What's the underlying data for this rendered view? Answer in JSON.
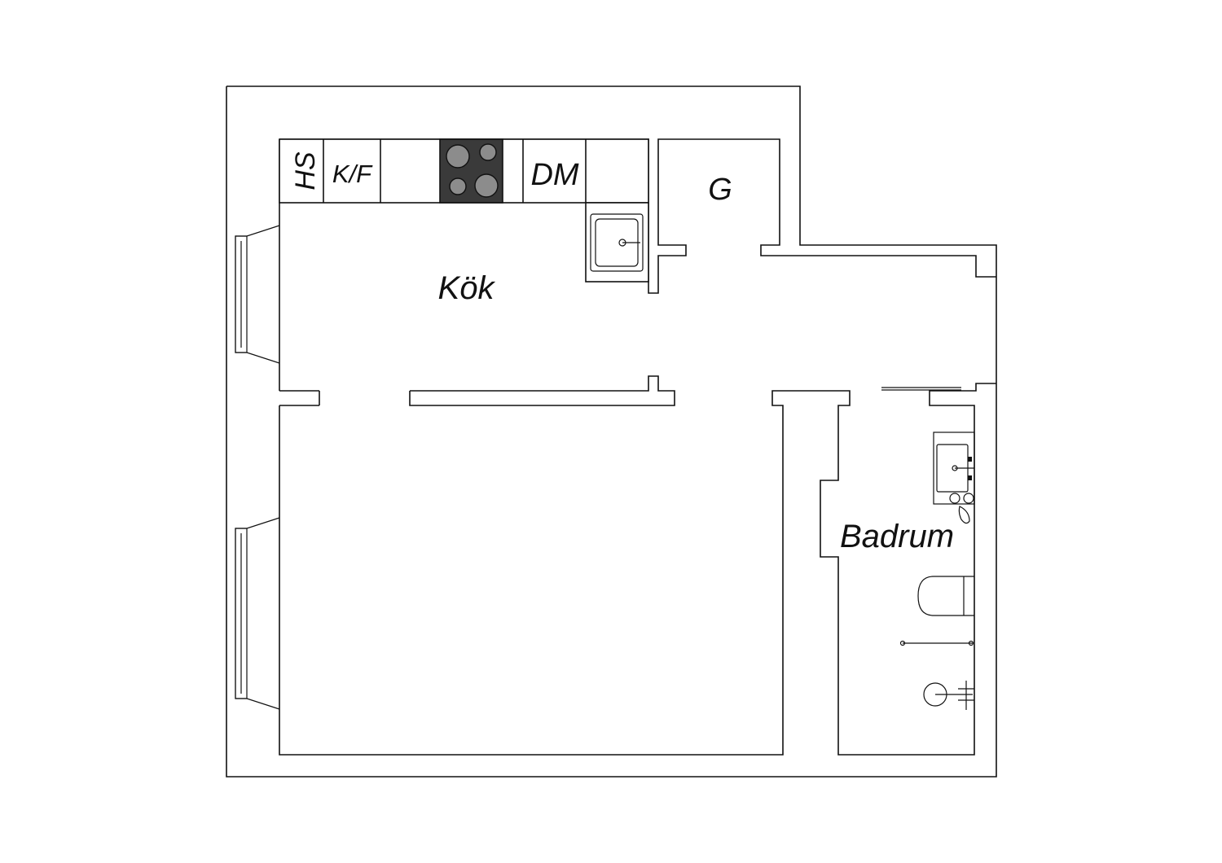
{
  "rooms": {
    "kitchen": "Kök",
    "bathroom": "Badrum",
    "wardrobe": "G"
  },
  "appliances": {
    "heating_cabinet": "HS",
    "fridge_freezer": "K/F",
    "dishwasher": "DM"
  },
  "icons": [
    "stove-icon",
    "kitchen-sink-icon",
    "washbasin-icon",
    "toilet-icon",
    "shower-icon",
    "window-icon"
  ],
  "colors": {
    "wall": "#111111",
    "background": "#ffffff",
    "stove": "#3a3a3a",
    "burner": "#8c8c8c"
  }
}
